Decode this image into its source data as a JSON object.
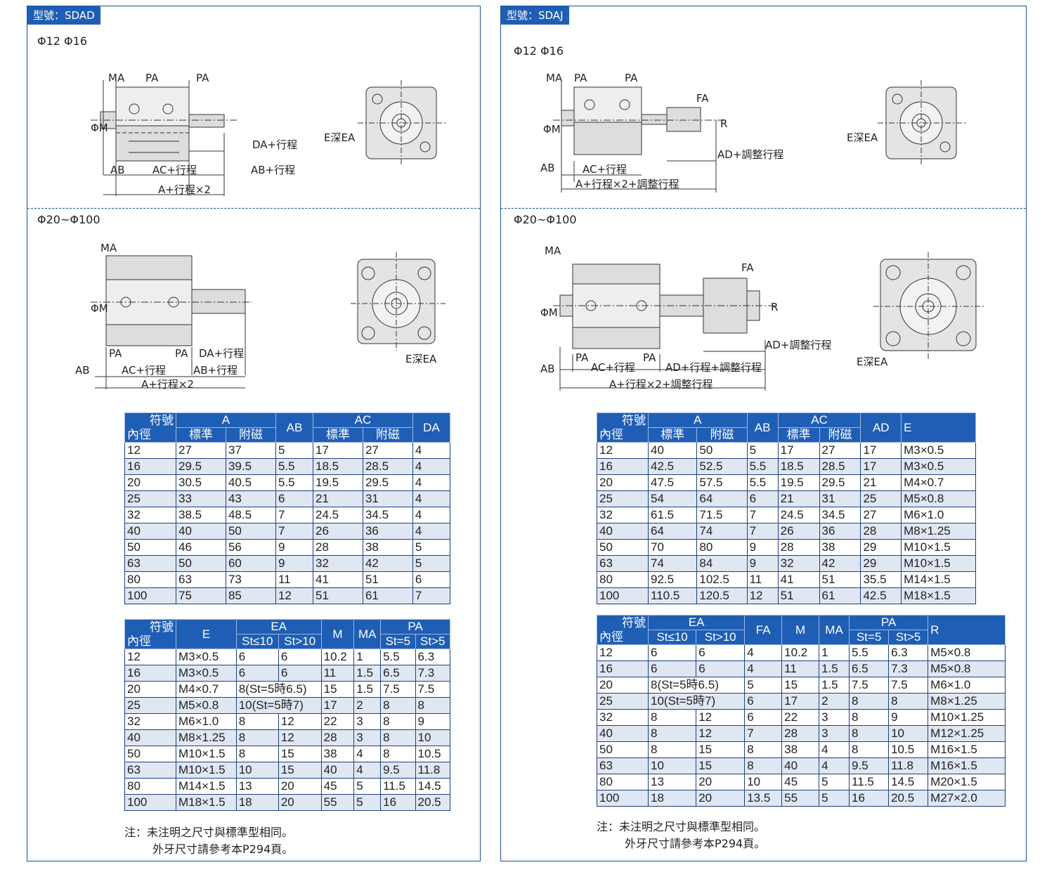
{
  "left": {
    "model_label": "型號：SDAD",
    "size_small": "Φ12 Φ16",
    "size_large": "Φ20~Φ100",
    "drawing_small": {
      "MA": "MA",
      "PA": "PA",
      "DA": "DA+行程",
      "AB": "AB",
      "AC": "AC+行程",
      "AB2": "AB+行程",
      "A": "A+行程×2",
      "PHIM": "ΦM",
      "E": "E深EA"
    },
    "drawing_large": {
      "MA": "MA",
      "PA": "PA",
      "DA": "DA+行程",
      "AB": "AB",
      "AC": "AC+行程",
      "AB2": "AB+行程",
      "A": "A+行程×2",
      "PHIM": "ΦM",
      "E": "E深EA"
    },
    "table1": {
      "corner_top": "符號",
      "corner_bottom": "內徑",
      "headers": {
        "A": "A",
        "AB": "AB",
        "AC": "AC",
        "DA": "DA",
        "std": "標準",
        "mag": "附磁"
      },
      "rows": [
        [
          "12",
          "27",
          "37",
          "5",
          "17",
          "27",
          "4"
        ],
        [
          "16",
          "29.5",
          "39.5",
          "5.5",
          "18.5",
          "28.5",
          "4"
        ],
        [
          "20",
          "30.5",
          "40.5",
          "5.5",
          "19.5",
          "29.5",
          "4"
        ],
        [
          "25",
          "33",
          "43",
          "6",
          "21",
          "31",
          "4"
        ],
        [
          "32",
          "38.5",
          "48.5",
          "7",
          "24.5",
          "34.5",
          "4"
        ],
        [
          "40",
          "40",
          "50",
          "7",
          "26",
          "36",
          "4"
        ],
        [
          "50",
          "46",
          "56",
          "9",
          "28",
          "38",
          "5"
        ],
        [
          "63",
          "50",
          "60",
          "9",
          "32",
          "42",
          "5"
        ],
        [
          "80",
          "63",
          "73",
          "11",
          "41",
          "51",
          "6"
        ],
        [
          "100",
          "75",
          "85",
          "12",
          "51",
          "61",
          "7"
        ]
      ]
    },
    "table2": {
      "corner_top": "符號",
      "corner_bottom": "內徑",
      "headers": {
        "E": "E",
        "EA": "EA",
        "M": "M",
        "MA": "MA",
        "PA": "PA",
        "st_le10": "St≤10",
        "st_gt10": "St>10",
        "st5": "St=5",
        "st_gt5": "St>5"
      },
      "rows": [
        [
          "12",
          "M3×0.5",
          "6",
          "6",
          "10.2",
          "1",
          "5.5",
          "6.3"
        ],
        [
          "16",
          "M3×0.5",
          "6",
          "6",
          "11",
          "1.5",
          "6.5",
          "7.3"
        ],
        [
          "20",
          "M4×0.7",
          "8(St=5時6.5)",
          null,
          "15",
          "1.5",
          "7.5",
          "7.5"
        ],
        [
          "25",
          "M5×0.8",
          "10(St=5時7)",
          null,
          "17",
          "2",
          "8",
          "8"
        ],
        [
          "32",
          "M6×1.0",
          "8",
          "12",
          "22",
          "3",
          "8",
          "9"
        ],
        [
          "40",
          "M8×1.25",
          "8",
          "12",
          "28",
          "3",
          "8",
          "10"
        ],
        [
          "50",
          "M10×1.5",
          "8",
          "15",
          "38",
          "4",
          "8",
          "10.5"
        ],
        [
          "63",
          "M10×1.5",
          "10",
          "15",
          "40",
          "4",
          "9.5",
          "11.8"
        ],
        [
          "80",
          "M14×1.5",
          "13",
          "20",
          "45",
          "5",
          "11.5",
          "14.5"
        ],
        [
          "100",
          "M18×1.5",
          "18",
          "20",
          "55",
          "5",
          "16",
          "20.5"
        ]
      ]
    },
    "note1": "注：未注明之尺寸與標準型相同。",
    "note2": "外牙尺寸請參考本P294頁。"
  },
  "right": {
    "model_label": "型號：SDAJ",
    "size_small": "Φ12 Φ16",
    "size_large": "Φ20~Φ100",
    "drawing_small": {
      "MA": "MA",
      "PA": "PA",
      "FA": "FA",
      "R": "R",
      "AD": "AD+調整行程",
      "AB": "AB",
      "AC": "AC+行程",
      "A": "A+行程×2+調整行程",
      "PHIM": "ΦM",
      "E": "E深EA"
    },
    "drawing_large": {
      "MA": "MA",
      "PA": "PA",
      "FA": "FA",
      "R": "R",
      "AD": "AD+調整行程",
      "AD2": "AD+行程+調整行程",
      "AB": "AB",
      "AC": "AC+行程",
      "A": "A+行程×2+調整行程",
      "PHIM": "ΦM",
      "E": "E深EA"
    },
    "table1": {
      "corner_top": "符號",
      "corner_bottom": "內徑",
      "headers": {
        "A": "A",
        "AB": "AB",
        "AC": "AC",
        "AD": "AD",
        "E": "E",
        "std": "標準",
        "mag": "附磁"
      },
      "rows": [
        [
          "12",
          "40",
          "50",
          "5",
          "17",
          "27",
          "17",
          "M3×0.5"
        ],
        [
          "16",
          "42.5",
          "52.5",
          "5.5",
          "18.5",
          "28.5",
          "17",
          "M3×0.5"
        ],
        [
          "20",
          "47.5",
          "57.5",
          "5.5",
          "19.5",
          "29.5",
          "21",
          "M4×0.7"
        ],
        [
          "25",
          "54",
          "64",
          "6",
          "21",
          "31",
          "25",
          "M5×0.8"
        ],
        [
          "32",
          "61.5",
          "71.5",
          "7",
          "24.5",
          "34.5",
          "27",
          "M6×1.0"
        ],
        [
          "40",
          "64",
          "74",
          "7",
          "26",
          "36",
          "28",
          "M8×1.25"
        ],
        [
          "50",
          "70",
          "80",
          "9",
          "28",
          "38",
          "29",
          "M10×1.5"
        ],
        [
          "63",
          "74",
          "84",
          "9",
          "32",
          "42",
          "29",
          "M10×1.5"
        ],
        [
          "80",
          "92.5",
          "102.5",
          "11",
          "41",
          "51",
          "35.5",
          "M14×1.5"
        ],
        [
          "100",
          "110.5",
          "120.5",
          "12",
          "51",
          "61",
          "42.5",
          "M18×1.5"
        ]
      ]
    },
    "table2": {
      "corner_top": "符號",
      "corner_bottom": "內徑",
      "headers": {
        "EA": "EA",
        "FA": "FA",
        "M": "M",
        "MA": "MA",
        "PA": "PA",
        "R": "R",
        "st_le10": "St≤10",
        "st_gt10": "St>10",
        "st5": "St=5",
        "st_gt5": "St>5"
      },
      "rows": [
        [
          "12",
          "6",
          "6",
          "4",
          "10.2",
          "1",
          "5.5",
          "6.3",
          "M5×0.8"
        ],
        [
          "16",
          "6",
          "6",
          "4",
          "11",
          "1.5",
          "6.5",
          "7.3",
          "M5×0.8"
        ],
        [
          "20",
          "8(St=5時6.5)",
          null,
          "5",
          "15",
          "1.5",
          "7.5",
          "7.5",
          "M6×1.0"
        ],
        [
          "25",
          "10(St=5時7)",
          null,
          "6",
          "17",
          "2",
          "8",
          "8",
          "M8×1.25"
        ],
        [
          "32",
          "8",
          "12",
          "6",
          "22",
          "3",
          "8",
          "9",
          "M10×1.25"
        ],
        [
          "40",
          "8",
          "12",
          "7",
          "28",
          "3",
          "8",
          "10",
          "M12×1.25"
        ],
        [
          "50",
          "8",
          "15",
          "8",
          "38",
          "4",
          "8",
          "10.5",
          "M16×1.5"
        ],
        [
          "63",
          "10",
          "15",
          "8",
          "40",
          "4",
          "9.5",
          "11.8",
          "M16×1.5"
        ],
        [
          "80",
          "13",
          "20",
          "10",
          "45",
          "5",
          "11.5",
          "14.5",
          "M20×1.5"
        ],
        [
          "100",
          "18",
          "20",
          "13.5",
          "55",
          "5",
          "16",
          "20.5",
          "M27×2.0"
        ]
      ]
    },
    "note1": "注：未注明之尺寸與標準型相同。",
    "note2": "外牙尺寸請參考本P294頁。"
  }
}
